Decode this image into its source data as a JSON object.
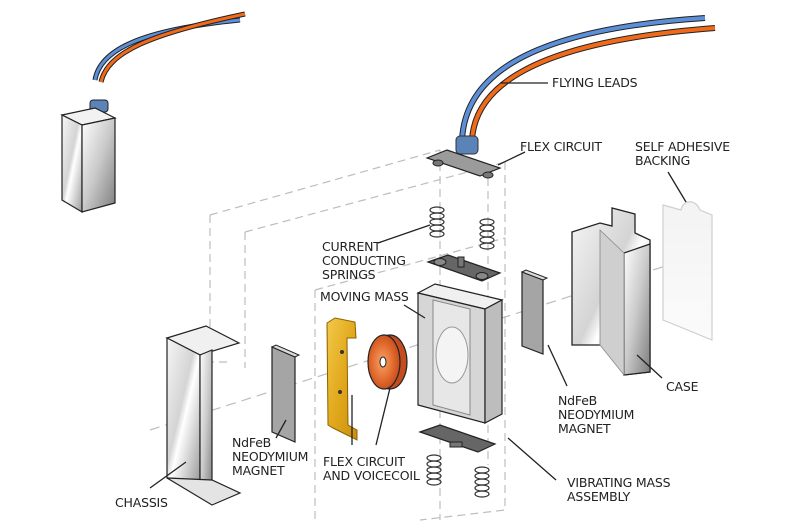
{
  "diagram": {
    "title": "Linear resonant actuator exploded view",
    "labels": {
      "flying_leads": [
        "FLYING LEADS"
      ],
      "flex_circuit": [
        "FLEX CIRCUIT"
      ],
      "self_adhesive_backing": [
        "SELF ADHESIVE",
        "BACKING"
      ],
      "current_conducting_springs": [
        "CURRENT",
        "CONDUCTING",
        "SPRINGS"
      ],
      "moving_mass": [
        "MOVING MASS"
      ],
      "case": [
        "CASE"
      ],
      "magnet_right": [
        "NdFeB",
        "NEODYMIUM",
        "MAGNET"
      ],
      "magnet_left": [
        "NdFeB",
        "NEODYMIUM",
        "MAGNET"
      ],
      "flex_circuit_voicecoil": [
        "FLEX CIRCUIT",
        "AND VOICECOIL"
      ],
      "vibrating_mass_assembly": [
        "VIBRATING MASS",
        "ASSEMBLY"
      ],
      "chassis": [
        "CHASSIS"
      ]
    },
    "colors": {
      "wire_orange": "#f06a1a",
      "wire_blue": "#5b8fd8",
      "connector_blue": "#5a84b8",
      "flex_gold": "#e8b428",
      "coil_copper": "#d9602a",
      "metal_light": "#e6e6e6",
      "metal_dark": "#9a9a9a",
      "magnet_gray": "#a8a8a8",
      "outline": "#222222",
      "leader": "#222222",
      "dash": "#b8b8b8"
    }
  }
}
